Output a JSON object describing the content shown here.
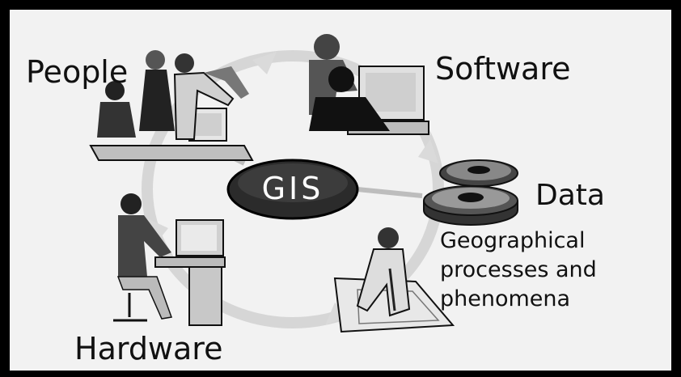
{
  "hub": {
    "label": "GIS"
  },
  "components": {
    "people": "People",
    "software": "Software",
    "data": "Data",
    "hardware": "Hardware",
    "processes": [
      "Geographical",
      "processes and",
      "phenomena"
    ]
  }
}
